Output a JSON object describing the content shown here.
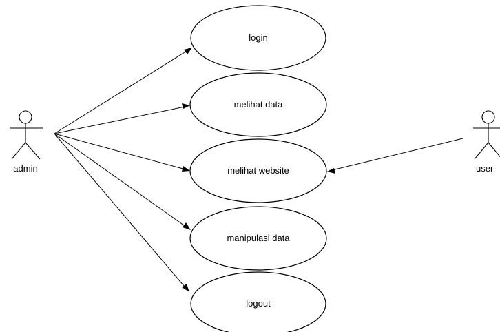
{
  "diagram": {
    "type": "use-case",
    "actors": [
      {
        "id": "admin",
        "label": "admin"
      },
      {
        "id": "user",
        "label": "user"
      }
    ],
    "use_cases": [
      {
        "id": "login",
        "label": "login"
      },
      {
        "id": "melihat-data",
        "label": "melihat data"
      },
      {
        "id": "melihat-website",
        "label": "melihat website"
      },
      {
        "id": "manipulasi-data",
        "label": "manipulasi data"
      },
      {
        "id": "logout",
        "label": "logout"
      }
    ],
    "associations": [
      {
        "from": "admin",
        "to": "login"
      },
      {
        "from": "admin",
        "to": "melihat-data"
      },
      {
        "from": "admin",
        "to": "melihat-website"
      },
      {
        "from": "admin",
        "to": "manipulasi-data"
      },
      {
        "from": "admin",
        "to": "logout"
      },
      {
        "from": "user",
        "to": "melihat-website"
      }
    ]
  }
}
